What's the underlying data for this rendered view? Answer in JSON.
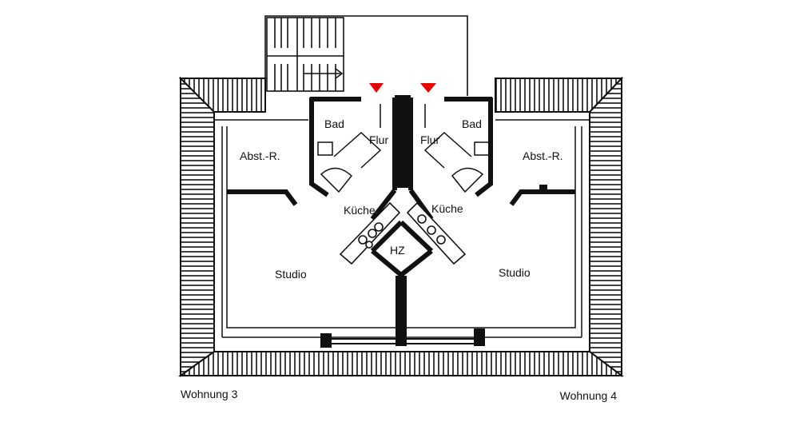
{
  "rooms": {
    "bad_left": "Bad",
    "flur_left": "Flur",
    "abst_left": "Abst.-R.",
    "kueche_left": "Küche",
    "studio_left": "Studio",
    "bad_right": "Bad",
    "flur_right": "Flur",
    "abst_right": "Abst.-R.",
    "kueche_right": "Küche",
    "studio_right": "Studio",
    "hz": "HZ"
  },
  "units": {
    "left": "Wohnung 3",
    "right": "Wohnung 4"
  },
  "colors": {
    "entry_marker": "#e60000",
    "ink": "#111111"
  }
}
